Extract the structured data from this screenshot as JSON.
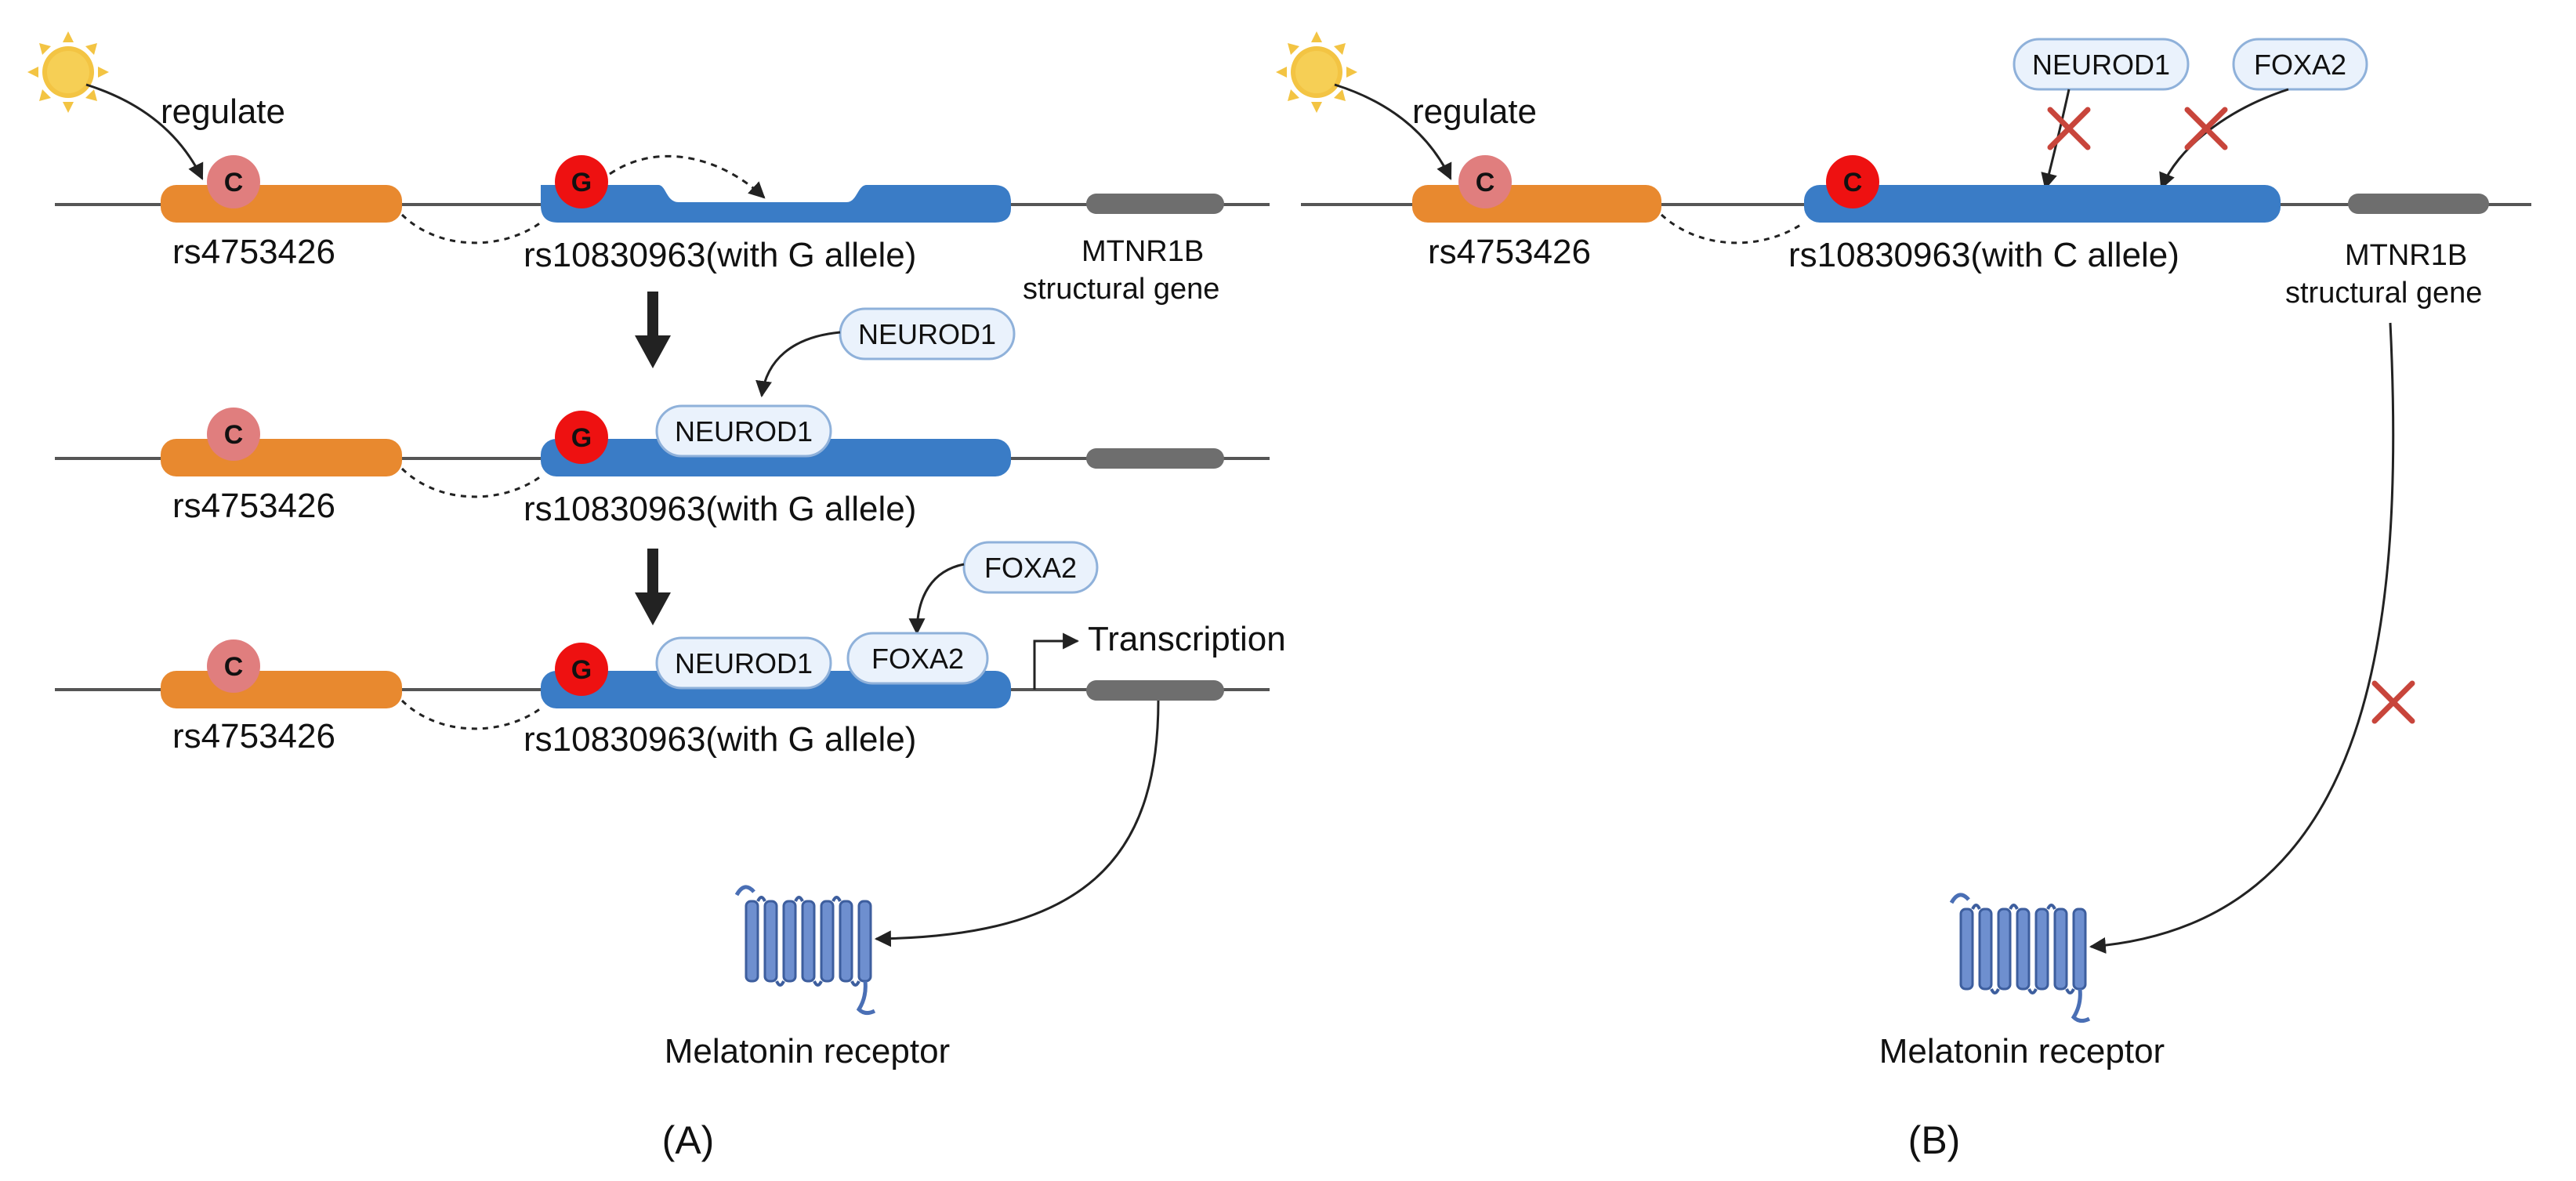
{
  "panel_a": {
    "label": "(A)",
    "regulate": "regulate",
    "snp1_name": "rs4753426",
    "snp1_allele": "C",
    "snp2_name": "rs10830963(with G allele)",
    "snp2_allele": "G",
    "gene_name_line1": "MTNR1B",
    "gene_name_line2": "structural gene",
    "tf1": "NEUROD1",
    "tf2": "FOXA2",
    "transcription": "Transcription",
    "receptor": "Melatonin receptor"
  },
  "panel_b": {
    "label": "(B)",
    "regulate": "regulate",
    "snp1_name": "rs4753426",
    "snp1_allele": "C",
    "snp2_name": "rs10830963(with C allele)",
    "snp2_allele": "C",
    "gene_name_line1": "MTNR1B",
    "gene_name_line2": "structural gene",
    "tf1": "NEUROD1",
    "tf2": "FOXA2",
    "receptor": "Melatonin receptor"
  },
  "colors": {
    "orange_segment": "#E8892F",
    "blue_segment": "#3A7CC6",
    "gray_segment": "#6E6E6E",
    "c_allele_dot": "#E07E7E",
    "g_allele_dot": "#EE1111",
    "pill_fill": "#EAF2FC",
    "pill_stroke": "#8FB1DA",
    "cross": "#C8453B",
    "sun": "#F3C443",
    "receptor": "#4A6FB5"
  },
  "icons": [
    "sun-icon",
    "melatonin-receptor-icon",
    "cross-icon",
    "arrow-icon"
  ]
}
